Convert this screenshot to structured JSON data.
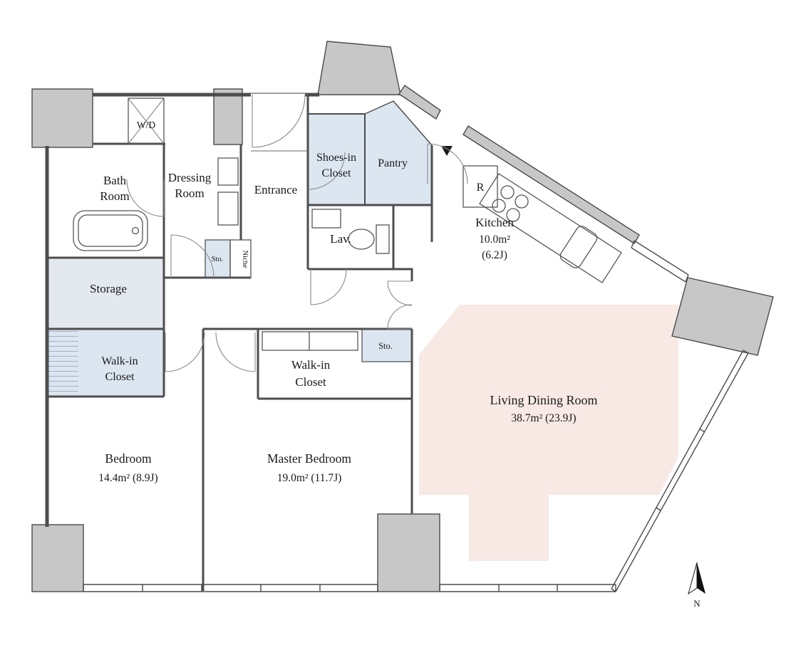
{
  "colors": {
    "wall": "#4d4d4d",
    "column_fill": "#c7c7c7",
    "closet_fill": "#dce6f1",
    "storage_fill": "#e4e9f0",
    "living_fill": "#f8e9e5",
    "background": "#ffffff",
    "text": "#1a1a1a"
  },
  "rooms": {
    "wd": {
      "label": "W/D"
    },
    "bath_room": {
      "line1": "Bath",
      "line2": "Room"
    },
    "dressing_room": {
      "line1": "Dressing",
      "line2": "Room"
    },
    "entrance": {
      "label": "Entrance"
    },
    "shoes_in_closet": {
      "line1": "Shoes-in",
      "line2": "Closet"
    },
    "pantry": {
      "label": "Pantry"
    },
    "refrigerator": {
      "label": "R"
    },
    "kitchen": {
      "label": "Kitchen",
      "area_m2": "10.0m²",
      "area_j": "(6.2J)"
    },
    "lavatory": {
      "label": "Lav."
    },
    "storage": {
      "label": "Storage"
    },
    "storage_small": {
      "label": "Sto."
    },
    "niche": {
      "label": "Niche"
    },
    "walk_in_closet_left": {
      "line1": "Walk-in",
      "line2": "Closet"
    },
    "walk_in_closet_center": {
      "line1": "Walk-in",
      "line2": "Closet"
    },
    "storage_mid": {
      "label": "Sto."
    },
    "bedroom": {
      "label": "Bedroom",
      "area": "14.4m² (8.9J)"
    },
    "master_bedroom": {
      "label": "Master Bedroom",
      "area": "19.0m² (11.7J)"
    },
    "living_dining": {
      "label": "Living Dining Room",
      "area": "38.7m² (23.9J)"
    }
  },
  "compass": {
    "label": "N"
  }
}
